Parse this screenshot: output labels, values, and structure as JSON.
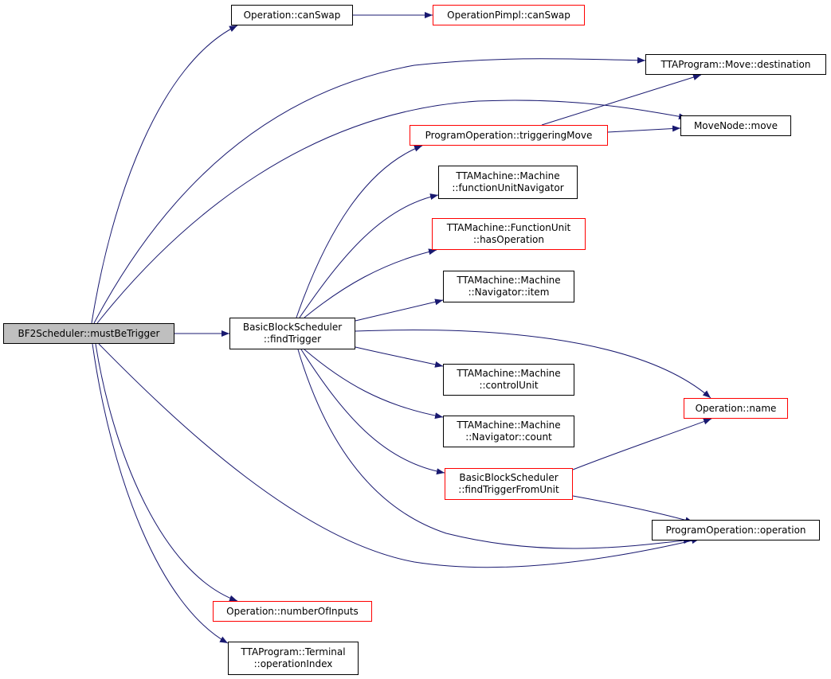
{
  "colors": {
    "edge": "#191970",
    "normal_border": "#000000",
    "external_border": "#ff0000",
    "root_fill": "#bfbfbf"
  },
  "nodes": {
    "root": {
      "lines": [
        "BF2Scheduler::mustBeTrigger"
      ],
      "style": "root"
    },
    "canSwap": {
      "lines": [
        "Operation::canSwap"
      ],
      "style": "normal"
    },
    "pimplCanSwap": {
      "lines": [
        "OperationPimpl::canSwap"
      ],
      "style": "external"
    },
    "destination": {
      "lines": [
        "TTAProgram::Move::destination"
      ],
      "style": "normal"
    },
    "moveNodeMove": {
      "lines": [
        "MoveNode::move"
      ],
      "style": "normal"
    },
    "triggeringMove": {
      "lines": [
        "ProgramOperation::triggeringMove"
      ],
      "style": "external"
    },
    "funcUnitNav": {
      "lines": [
        "TTAMachine::Machine",
        "::functionUnitNavigator"
      ],
      "style": "normal"
    },
    "hasOperation": {
      "lines": [
        "TTAMachine::FunctionUnit",
        "::hasOperation"
      ],
      "style": "external"
    },
    "navItem": {
      "lines": [
        "TTAMachine::Machine",
        "::Navigator::item"
      ],
      "style": "normal"
    },
    "findTrigger": {
      "lines": [
        "BasicBlockScheduler",
        "::findTrigger"
      ],
      "style": "normal"
    },
    "controlUnit": {
      "lines": [
        "TTAMachine::Machine",
        "::controlUnit"
      ],
      "style": "normal"
    },
    "opName": {
      "lines": [
        "Operation::name"
      ],
      "style": "external"
    },
    "navCount": {
      "lines": [
        "TTAMachine::Machine",
        "::Navigator::count"
      ],
      "style": "normal"
    },
    "findTriggerFromUnit": {
      "lines": [
        "BasicBlockScheduler",
        "::findTriggerFromUnit"
      ],
      "style": "external"
    },
    "progOpOperation": {
      "lines": [
        "ProgramOperation::operation"
      ],
      "style": "normal"
    },
    "numberOfInputs": {
      "lines": [
        "Operation::numberOfInputs"
      ],
      "style": "external"
    },
    "operationIndex": {
      "lines": [
        "TTAProgram::Terminal",
        "::operationIndex"
      ],
      "style": "normal"
    }
  },
  "edges": [
    [
      "root",
      "canSwap"
    ],
    [
      "canSwap",
      "pimplCanSwap"
    ],
    [
      "root",
      "destination"
    ],
    [
      "root",
      "moveNodeMove"
    ],
    [
      "root",
      "findTrigger"
    ],
    [
      "root",
      "progOpOperation"
    ],
    [
      "root",
      "numberOfInputs"
    ],
    [
      "root",
      "operationIndex"
    ],
    [
      "findTrigger",
      "triggeringMove"
    ],
    [
      "findTrigger",
      "funcUnitNav"
    ],
    [
      "findTrigger",
      "hasOperation"
    ],
    [
      "findTrigger",
      "navItem"
    ],
    [
      "findTrigger",
      "controlUnit"
    ],
    [
      "findTrigger",
      "opName"
    ],
    [
      "findTrigger",
      "navCount"
    ],
    [
      "findTrigger",
      "findTriggerFromUnit"
    ],
    [
      "findTrigger",
      "progOpOperation"
    ],
    [
      "triggeringMove",
      "destination"
    ],
    [
      "triggeringMove",
      "moveNodeMove"
    ],
    [
      "findTriggerFromUnit",
      "opName"
    ],
    [
      "findTriggerFromUnit",
      "progOpOperation"
    ]
  ]
}
